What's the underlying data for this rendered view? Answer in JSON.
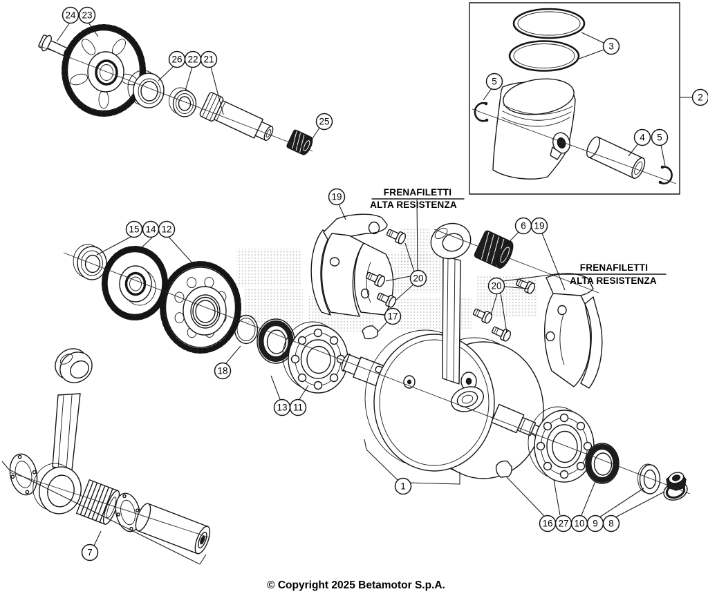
{
  "diagram": {
    "kind": "exploded-parts-diagram",
    "colors": {
      "line": "#151515",
      "background": "#ffffff",
      "dark_part": "#1d1d1d",
      "watermark_dot": "#979797"
    }
  },
  "annotations": {
    "threadlock_left": {
      "line1": "FRENAFILETTI",
      "line2": "ALTA RESISTENZA"
    },
    "threadlock_right": {
      "line1": "FRENAFILETTI",
      "line2": "ALTA RESISTENZA"
    }
  },
  "footer": {
    "copyright": "© Copyright 2025 Betamotor S.p.A."
  },
  "callouts": {
    "c24": {
      "number": "24"
    },
    "c23": {
      "number": "23"
    },
    "c26": {
      "number": "26"
    },
    "c22": {
      "number": "22"
    },
    "c21": {
      "number": "21"
    },
    "c25": {
      "number": "25"
    },
    "c3": {
      "number": "3"
    },
    "c2": {
      "number": "2"
    },
    "c5a": {
      "number": "5"
    },
    "c4": {
      "number": "4"
    },
    "c5b": {
      "number": "5"
    },
    "c19a": {
      "number": "19"
    },
    "c20a": {
      "number": "20"
    },
    "c17": {
      "number": "17"
    },
    "c6": {
      "number": "6"
    },
    "c19b": {
      "number": "19"
    },
    "c20b": {
      "number": "20"
    },
    "c15": {
      "number": "15"
    },
    "c14": {
      "number": "14"
    },
    "c12": {
      "number": "12"
    },
    "c18": {
      "number": "18"
    },
    "c13": {
      "number": "13"
    },
    "c11": {
      "number": "11"
    },
    "c1": {
      "number": "1"
    },
    "c7": {
      "number": "7"
    },
    "c16": {
      "number": "16"
    },
    "c27": {
      "number": "27"
    },
    "c10": {
      "number": "10"
    },
    "c9": {
      "number": "9"
    },
    "c8": {
      "number": "8"
    }
  }
}
